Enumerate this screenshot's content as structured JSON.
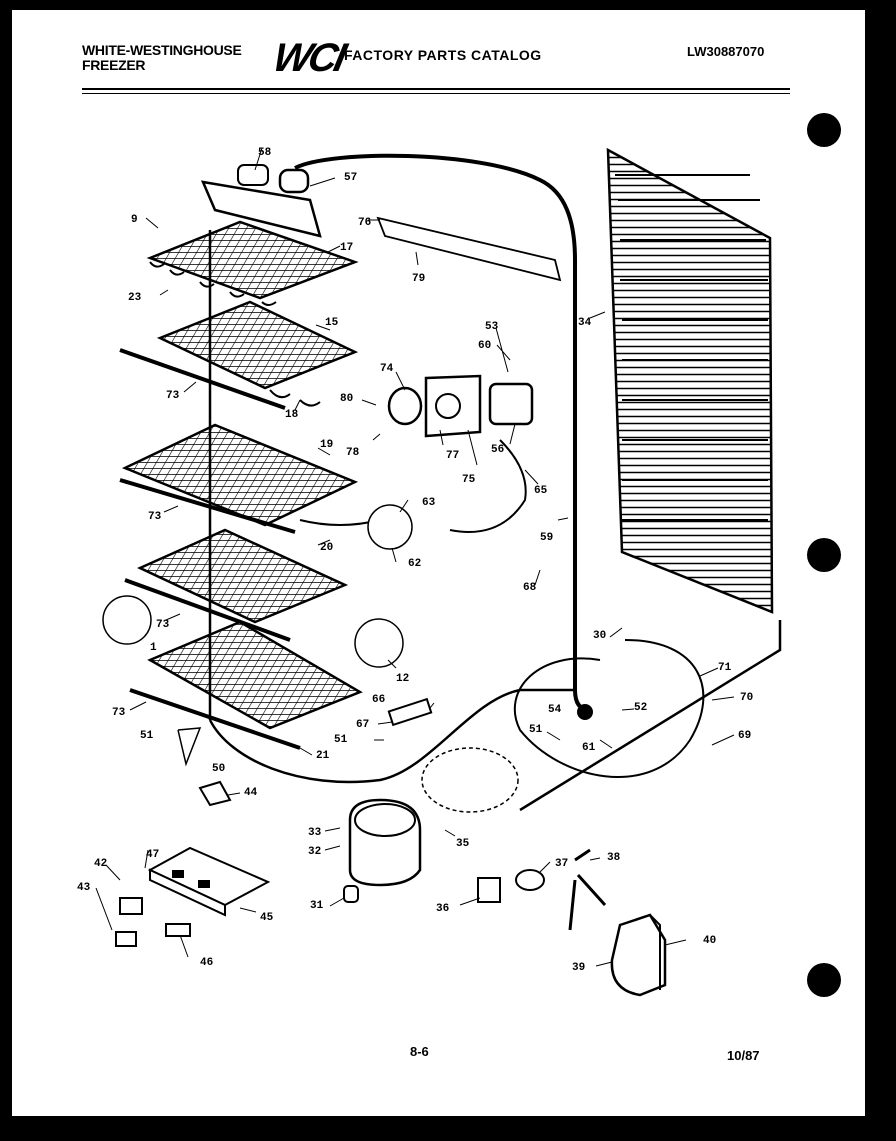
{
  "header": {
    "brand_line1": "WHITE-WESTINGHOUSE",
    "brand_line2": "FREEZER",
    "logo": "WCI",
    "catalog_title": "FACTORY PARTS CATALOG",
    "model": "LW30887070"
  },
  "footer": {
    "page": "8-6",
    "date": "10/87"
  },
  "part_labels": {
    "p1": "1",
    "p9": "9",
    "p12": "12",
    "p15": "15",
    "p17": "17",
    "p18": "18",
    "p19": "19",
    "p20": "20",
    "p21": "21",
    "p23": "23",
    "p30": "30",
    "p31": "31",
    "p32": "32",
    "p33": "33",
    "p34": "34",
    "p35": "35",
    "p36": "36",
    "p37": "37",
    "p38": "38",
    "p39": "39",
    "p40": "40",
    "p42": "42",
    "p43": "43",
    "p44": "44",
    "p45": "45",
    "p46": "46",
    "p47": "47",
    "p50": "50",
    "p51a": "51",
    "p51b": "51",
    "p51c": "51",
    "p52": "52",
    "p53": "53",
    "p54": "54",
    "p56": "56",
    "p57": "57",
    "p58": "58",
    "p59": "59",
    "p60": "60",
    "p61": "61",
    "p62": "62",
    "p63": "63",
    "p65": "65",
    "p66": "66",
    "p67": "67",
    "p68": "68",
    "p69": "69",
    "p70": "70",
    "p71": "71",
    "p73a": "73",
    "p73b": "73",
    "p73c": "73",
    "p73d": "73",
    "p74": "74",
    "p75": "75",
    "p76": "76",
    "p77": "77",
    "p78": "78",
    "p79": "79",
    "p80": "80"
  }
}
